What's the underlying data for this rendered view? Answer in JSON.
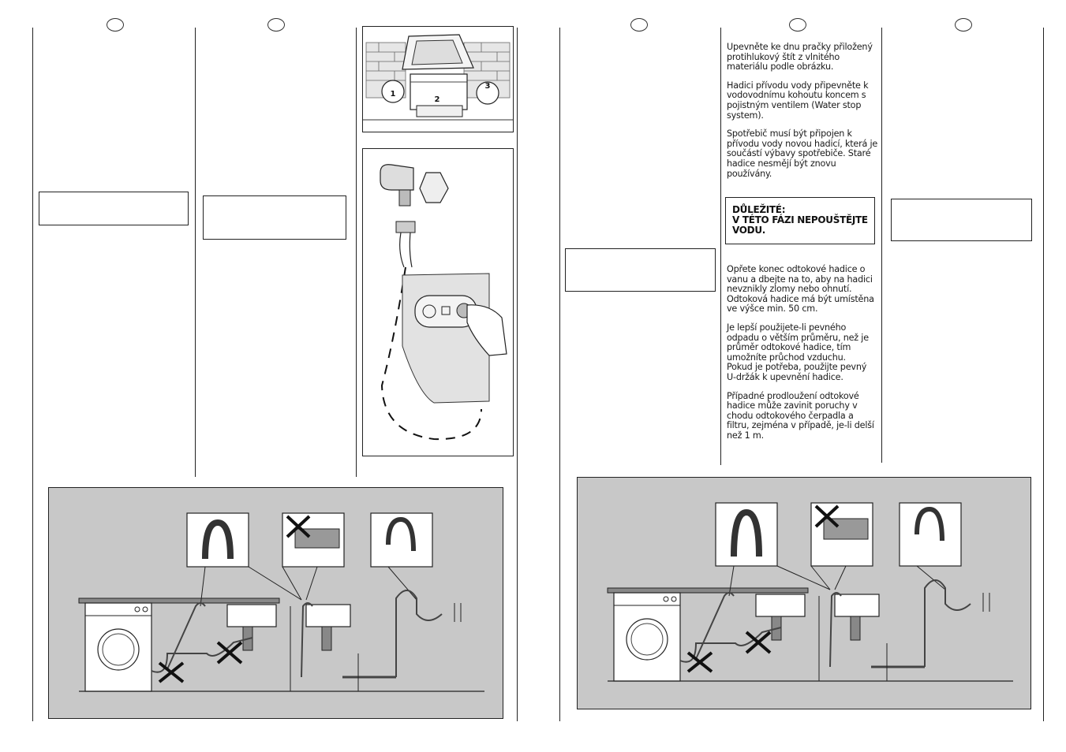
{
  "paragraphs": [
    "Upevněte ke dnu pračky přiložený protihlukový štít z vlnitého materiálu podle obrázku.",
    "Hadici přívodu vody připevněte k vodovodnímu kohoutu koncem s pojistným ventilem (Water stop system).",
    "Spotřebič musí být připojen k přívodu vody novou hadicí, která je součástí výbavy spotřebiče. Staré hadice nesmějí být znovu používány."
  ],
  "important": {
    "line1": "DŮLEŽITÉ:",
    "line2": "V TÉTO FÁZI NEPOUŠTĚJTE VODU."
  },
  "paragraphs2": [
    "Opřete konec odtokové hadice o vanu a dbejte na to, aby na hadici nevznikly zlomy nebo ohnutí. Odtoková hadice má být umístěna ve výšce min. 50 cm.",
    "Je lepší použijete-li pevného odpadu o větším průměru, než je průměr odtokové hadice, tím umožníte průchod vzduchu.\nPokud je potřeba, použijte pevný U-držák k upevnění hadice.",
    "Případné prodloužení odtokové hadice může zavinit poruchy v chodu odtokového čerpadla a filtru, zejména v případě, je-li delší než 1 m."
  ],
  "figure_labels": {
    "step1": "1",
    "step2": "2",
    "step3": "3"
  },
  "colors": {
    "panel_gray": "#c8c8c8",
    "line": "#222222"
  }
}
